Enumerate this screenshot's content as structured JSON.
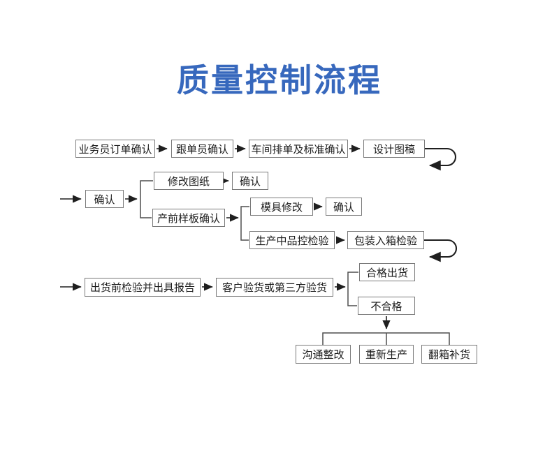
{
  "title": "质量控制流程",
  "colors": {
    "title_blue": "#3768bd",
    "line_dark": "#1f1f1f",
    "tree_gray": "#4f4f4f",
    "box_border": "#7a7a7a"
  },
  "nodes": {
    "order_confirm": "业务员订单确认",
    "follow_up_confirm": "跟单员确认",
    "workshop_schedule": "车间排单及标准确认",
    "design_draft": "设计图稿",
    "confirm_a": "确认",
    "revise_drawing": "修改图纸",
    "confirm_b": "确认",
    "pre_production_sample": "产前样板确认",
    "mold_modify": "模具修改",
    "confirm_c": "确认",
    "in_production_qc": "生产中品控检验",
    "packing_inspection": "包装入箱检验",
    "pre_shipment_report": "出货前检验并出具报告",
    "customer_inspection": "客户验货或第三方验货",
    "qualified_ship": "合格出货",
    "unqualified": "不合格",
    "communicate_rectify": "沟通整改",
    "re_produce": "重新生产",
    "repack_replenish": "翻箱补货"
  },
  "edges": [
    {
      "from": "order_confirm",
      "to": "follow_up_confirm"
    },
    {
      "from": "follow_up_confirm",
      "to": "workshop_schedule"
    },
    {
      "from": "workshop_schedule",
      "to": "design_draft"
    },
    {
      "from": "design_draft",
      "type": "return-loop-arrow"
    },
    {
      "to": "confirm_a",
      "type": "entry-arrow"
    },
    {
      "from": "confirm_a",
      "to": "revise_drawing"
    },
    {
      "from": "confirm_a",
      "to": "pre_production_sample"
    },
    {
      "from": "revise_drawing",
      "to": "confirm_b"
    },
    {
      "from": "pre_production_sample",
      "to": "mold_modify"
    },
    {
      "from": "pre_production_sample",
      "to": "in_production_qc"
    },
    {
      "from": "mold_modify",
      "to": "confirm_c"
    },
    {
      "from": "in_production_qc",
      "to": "packing_inspection"
    },
    {
      "from": "packing_inspection",
      "type": "return-loop-arrow"
    },
    {
      "to": "pre_shipment_report",
      "type": "entry-arrow"
    },
    {
      "from": "pre_shipment_report",
      "to": "customer_inspection"
    },
    {
      "from": "customer_inspection",
      "to": "qualified_ship"
    },
    {
      "from": "customer_inspection",
      "to": "unqualified"
    },
    {
      "from": "unqualified",
      "to": "communicate_rectify"
    },
    {
      "from": "unqualified",
      "to": "re_produce"
    },
    {
      "from": "unqualified",
      "to": "repack_replenish"
    }
  ]
}
